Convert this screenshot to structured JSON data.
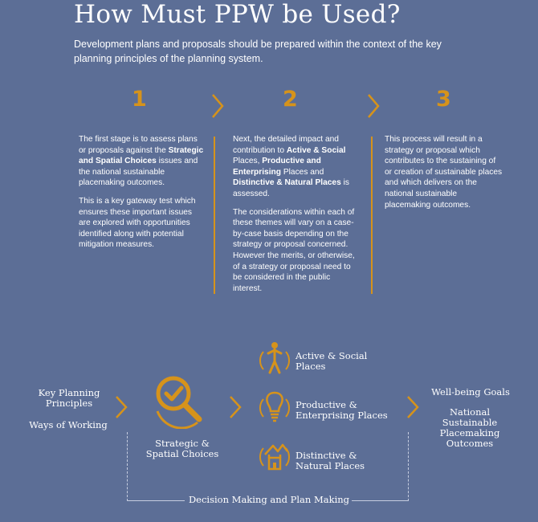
{
  "title": "How Must PPW be Used?",
  "intro": "Development plans and proposals should be prepared within the context of the key planning principles of the planning system.",
  "steps": [
    {
      "number": "1"
    },
    {
      "number": "2"
    },
    {
      "number": "3"
    }
  ],
  "col1": {
    "p1_a": "The first stage is to assess plans or proposals against the ",
    "p1_b": "Strategic and Spatial Choices",
    "p1_c": " issues and the national sustainable placemaking outcomes.",
    "p2": "This is a key gateway test which ensures these important issues are explored with opportunities identified along with potential mitigation measures."
  },
  "col2": {
    "p1_a": "Next, the detailed impact and contribution to ",
    "p1_b": "Active & Social",
    "p1_c": " Places, ",
    "p1_d": "Productive and Enterprising",
    "p1_e": " Places and ",
    "p1_f": "Distinctive & Natural Places",
    "p1_g": " is assessed.",
    "p2": "The considerations within each of these themes will vary on a case-by-case basis depending on the strategy or proposal concerned. However the merits, or otherwise, of a strategy or proposal need to be considered in the public interest."
  },
  "col3": {
    "p1": "This process will result in a strategy or proposal which contributes to the sustaining of or creation of sustainable places and which delivers on the national sustainable placemaking outcomes."
  },
  "diagram": {
    "key_planning": "Key Planning Principles",
    "ways_of_working": "Ways of Working",
    "strategic": "Strategic & Spatial Choices",
    "active": "Active & Social Places",
    "productive": "Productive & Enterprising Places",
    "distinctive": "Distinctive & Natural Places",
    "wellbeing": "Well-being Goals",
    "national": "National Sustainable Placemaking Outcomes",
    "decision": "Decision Making and Plan Making"
  },
  "colors": {
    "background": "#5c6e96",
    "accent": "#d6931b",
    "text": "#ffffff"
  },
  "icons": [
    "chevron-right-icon",
    "magnifier-check-icon",
    "person-icon",
    "lightbulb-icon",
    "building-tree-icon"
  ]
}
